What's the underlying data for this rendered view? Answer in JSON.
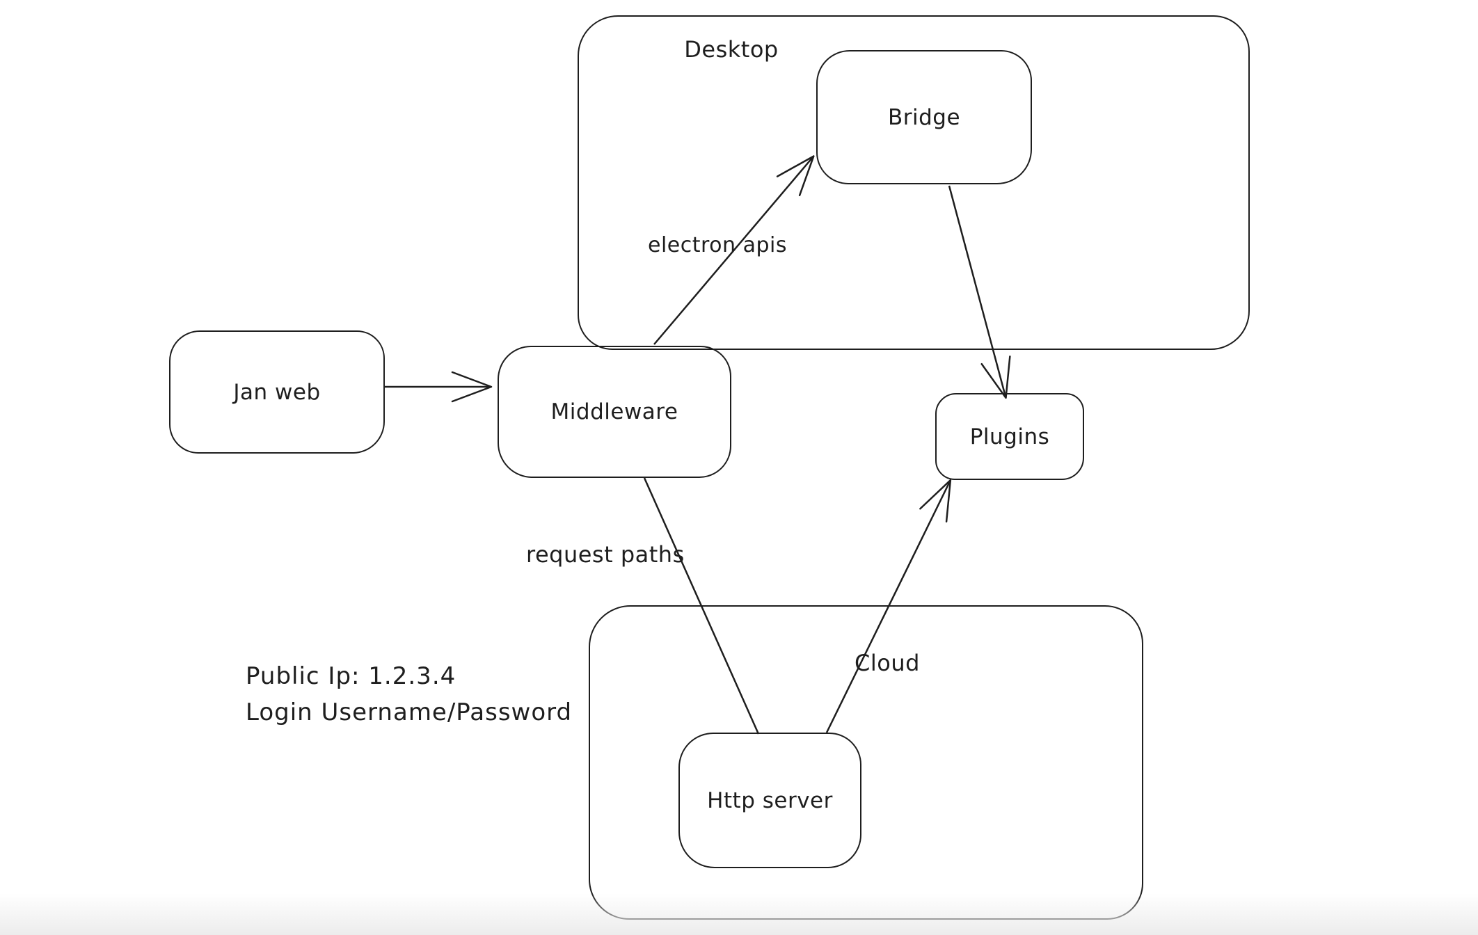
{
  "canvas": {
    "background": "#ffffff",
    "stroke_color": "#1e1e1e",
    "footer_fade_color": "#ececec"
  },
  "containers": {
    "desktop": {
      "label": "Desktop"
    },
    "cloud": {
      "label": "Cloud"
    }
  },
  "nodes": {
    "jan_web": {
      "label": "Jan web"
    },
    "middleware": {
      "label": "Middleware"
    },
    "bridge": {
      "label": "Bridge"
    },
    "plugins": {
      "label": "Plugins"
    },
    "http_server": {
      "label": "Http server"
    }
  },
  "edges": {
    "jan_web_to_middleware": {
      "from": "Jan web",
      "to": "Middleware",
      "label": ""
    },
    "middleware_to_bridge": {
      "from": "Middleware",
      "to": "Bridge",
      "label": "electron apis"
    },
    "bridge_to_plugins": {
      "from": "Bridge",
      "to": "Plugins",
      "label": ""
    },
    "middleware_to_http_server": {
      "from": "Middleware",
      "to": "Http server",
      "label": "request paths"
    },
    "http_server_to_plugins": {
      "from": "Http server",
      "to": "Plugins",
      "label": ""
    }
  },
  "notes": {
    "public_ip": "Public Ip: 1.2.3.4",
    "login": "Login Username/Password"
  }
}
